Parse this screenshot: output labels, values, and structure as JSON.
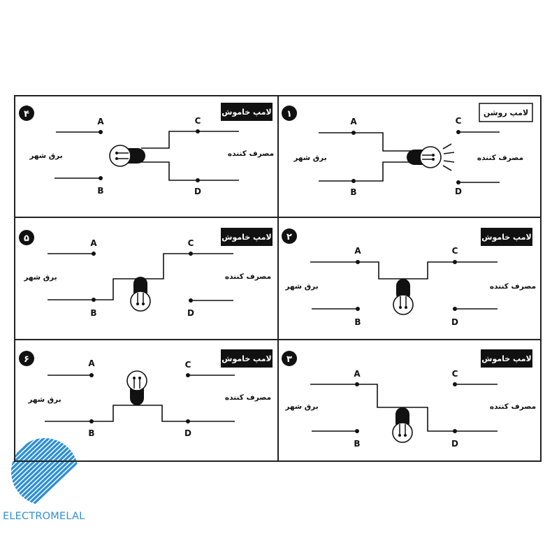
{
  "panels": [
    {
      "number": "۱",
      "status": "لامپ روشن",
      "status_on": true,
      "city": "برق شهر",
      "consumer": "مصرف کننده",
      "terminals": [
        "A",
        "B",
        "C",
        "D"
      ]
    },
    {
      "number": "۲",
      "status": "لامپ خاموش",
      "status_on": false,
      "city": "برق شهر",
      "consumer": "مصرف کننده",
      "terminals": [
        "A",
        "B",
        "C",
        "D"
      ]
    },
    {
      "number": "۳",
      "status": "لامپ خاموش",
      "status_on": false,
      "city": "برق شهر",
      "consumer": "مصرف کننده",
      "terminals": [
        "A",
        "B",
        "C",
        "D"
      ]
    },
    {
      "number": "۴",
      "status": "لامپ خاموش",
      "status_on": false,
      "city": "برق شهر",
      "consumer": "مصرف کننده",
      "terminals": [
        "A",
        "B",
        "C",
        "D"
      ]
    },
    {
      "number": "۵",
      "status": "لامپ خاموش",
      "status_on": false,
      "city": "برق شهر",
      "consumer": "مصرف کننده",
      "terminals": [
        "A",
        "B",
        "C",
        "D"
      ]
    },
    {
      "number": "۶",
      "status": "لامپ خاموش",
      "status_on": false,
      "city": "برق شهر",
      "consumer": "مصرف کننده",
      "terminals": [
        "A",
        "B",
        "C",
        "D"
      ]
    }
  ],
  "logo": {
    "text": "ELECTROMELAL",
    "color": "#2f8fd8"
  },
  "colors": {
    "line": "#111111",
    "badge": "#111111"
  }
}
